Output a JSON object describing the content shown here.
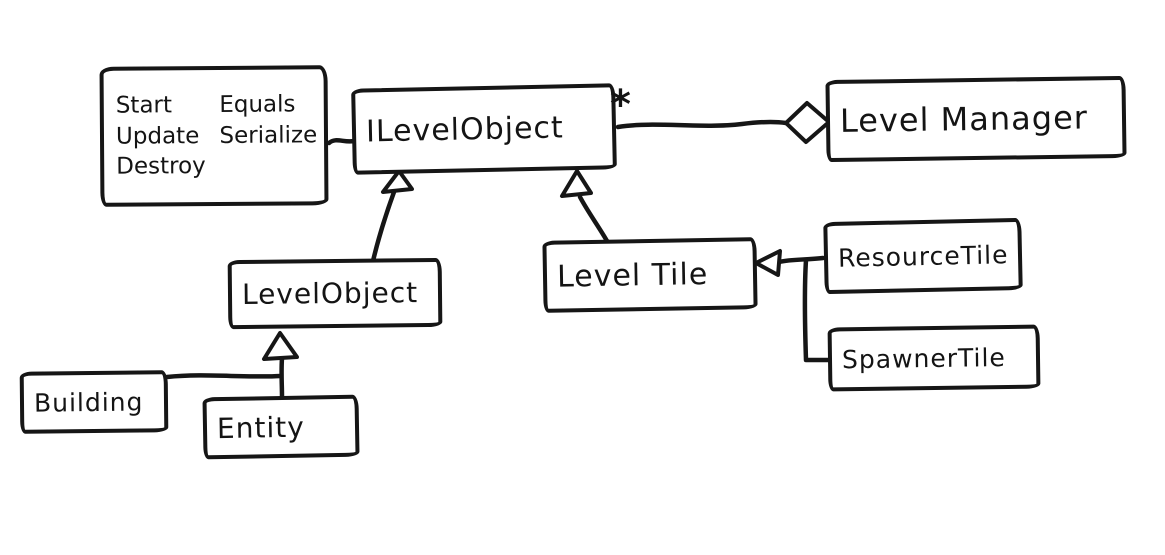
{
  "canvas": {
    "background": "#ffffff",
    "ink": "#161616"
  },
  "methods_box": {
    "column1": [
      "Start",
      "Update",
      "Destroy"
    ],
    "column2": [
      "Equals",
      "Serialize"
    ]
  },
  "nodes": {
    "ilevel_object": {
      "label": "ILevelObject"
    },
    "level_manager": {
      "label": "Level Manager"
    },
    "level_object": {
      "label": "LevelObject"
    },
    "level_tile": {
      "label": "Level Tile"
    },
    "resource_tile": {
      "label": "ResourceTile"
    },
    "spawner_tile": {
      "label": "SpawnerTile"
    },
    "building": {
      "label": "Building"
    },
    "entity": {
      "label": "Entity"
    }
  },
  "labels": {
    "multiplicity": "*"
  },
  "relations": [
    {
      "from": "ILevelObject",
      "to": "Level Manager",
      "type": "aggregation",
      "multiplicity": "*"
    },
    {
      "from": "LevelObject",
      "to": "ILevelObject",
      "type": "inheritance"
    },
    {
      "from": "Level Tile",
      "to": "ILevelObject",
      "type": "inheritance"
    },
    {
      "from": "ResourceTile",
      "to": "Level Tile",
      "type": "inheritance"
    },
    {
      "from": "SpawnerTile",
      "to": "Level Tile",
      "type": "inheritance"
    },
    {
      "from": "Building",
      "to": "LevelObject",
      "type": "inheritance"
    },
    {
      "from": "Entity",
      "to": "LevelObject",
      "type": "inheritance"
    },
    {
      "from": "methods note",
      "to": "ILevelObject",
      "type": "note-link"
    }
  ]
}
